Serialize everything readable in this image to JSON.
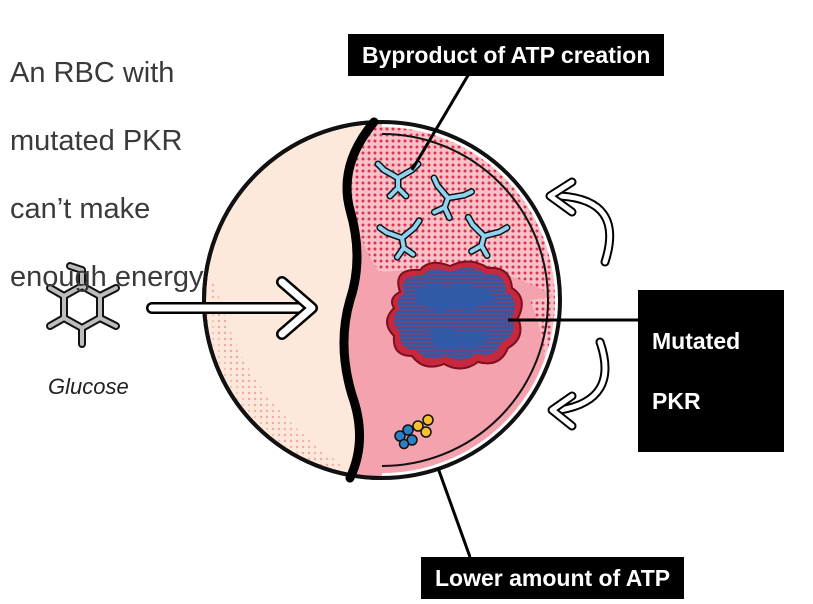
{
  "caption": {
    "line1": "An RBC with",
    "line2": "mutated PKR",
    "line3": "can’t make",
    "line4": "enough energy"
  },
  "labels": {
    "byproduct": "Byproduct of ATP creation",
    "mutated_pkr_line1": "Mutated",
    "mutated_pkr_line2": "PKR",
    "lower_atp": "Lower amount of ATP",
    "glucose": "Glucose"
  },
  "colors": {
    "cell_light": "#fde8dc",
    "cell_pink": "#f3a0ad",
    "dots_red": "#e0324f",
    "pkr_blue": "#2e5aa8",
    "pkr_red": "#c8283e",
    "molecule_blue": "#8fd3f0",
    "atp_yellow": "#f5c12e",
    "atp_blue": "#2b7fc4"
  }
}
